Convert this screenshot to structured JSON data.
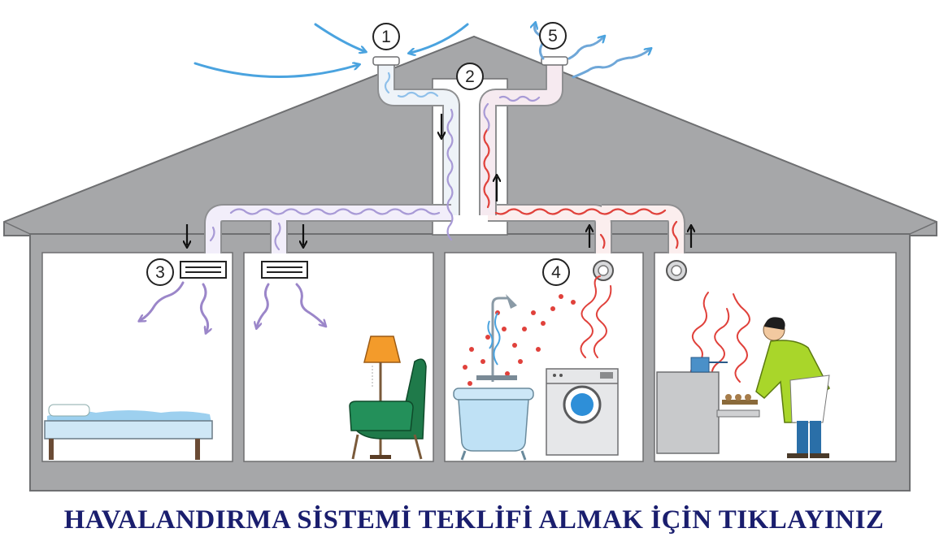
{
  "diagram": {
    "markers": {
      "m1": "1",
      "m2": "2",
      "m3": "3",
      "m4": "4",
      "m5": "5"
    },
    "colors": {
      "house_gray": "#a6a7a9",
      "house_outline": "#6e6f71",
      "fresh_air": "#4aa3df",
      "supply_air": "#9b86c9",
      "exhaust_air": "#e0413b",
      "duct_fill": "#eef3f8",
      "room_fill": "#ffffff"
    },
    "icons": [
      "fresh-air-arrow-icon",
      "exhaust-air-arrow-icon",
      "supply-vent-icon",
      "extract-vent-icon",
      "bed-icon",
      "floor-lamp-icon",
      "armchair-icon",
      "bathtub-icon",
      "shower-icon",
      "washing-machine-icon",
      "oven-icon",
      "cook-person-icon"
    ]
  },
  "cta": {
    "label": "HAVALANDIRMA SİSTEMİ TEKLİFİ ALMAK İÇİN TIKLAYINIZ",
    "color": "#1a1e6e"
  }
}
